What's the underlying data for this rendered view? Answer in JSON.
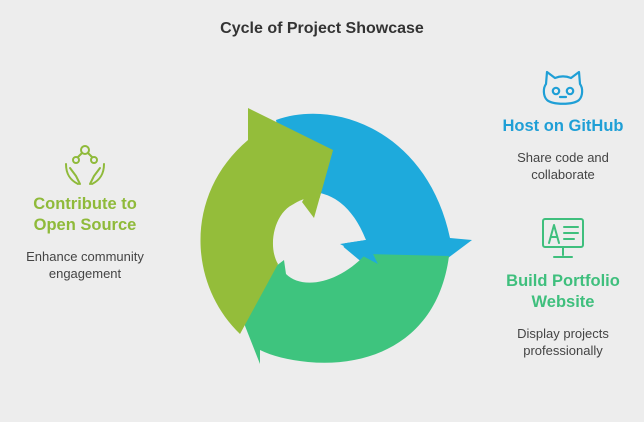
{
  "title": "Cycle of Project Showcase",
  "colors": {
    "blue": "#1eaadc",
    "green": "#3ec47e",
    "olive": "#94bd3a",
    "background": "#ededed"
  },
  "steps": [
    {
      "heading": "Host on GitHub",
      "description_lines": [
        "Share code and",
        "collaborate"
      ],
      "icon": "github-octocat-icon",
      "color": "#1f9fd6"
    },
    {
      "heading_lines": [
        "Build Portfolio",
        "Website"
      ],
      "description_lines": [
        "Display projects",
        "professionally"
      ],
      "icon": "website-monitor-icon",
      "color": "#3fbf7d"
    },
    {
      "heading_lines": [
        "Contribute to",
        "Open Source"
      ],
      "description_lines": [
        "Enhance community",
        "engagement"
      ],
      "icon": "community-hands-icon",
      "color": "#8fba3a"
    }
  ]
}
